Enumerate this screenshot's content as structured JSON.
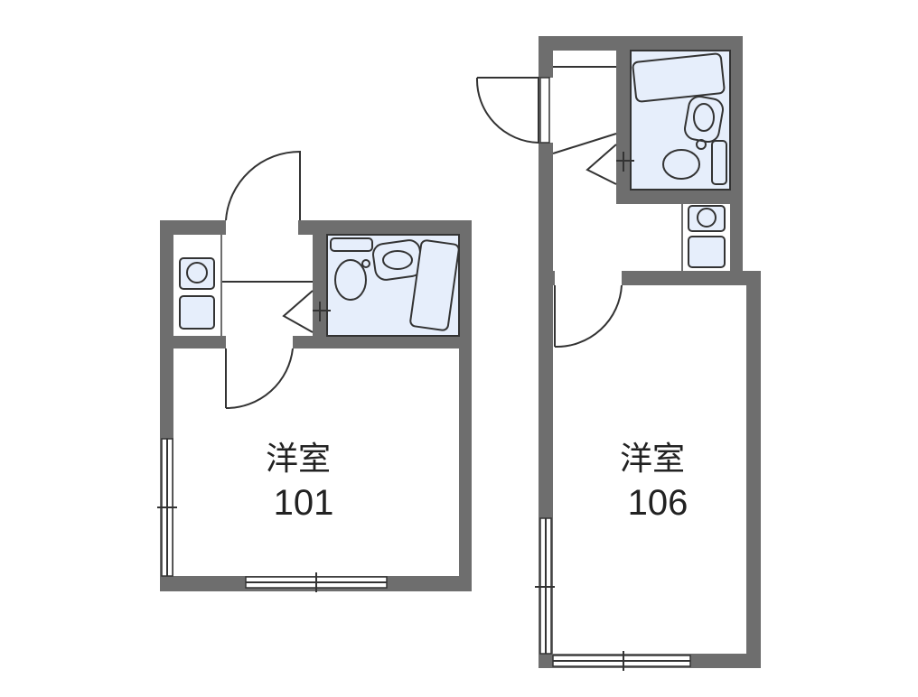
{
  "units": [
    {
      "id": "101",
      "room_type": "洋室",
      "number": "101"
    },
    {
      "id": "106",
      "room_type": "洋室",
      "number": "106"
    }
  ],
  "colors": {
    "wall": "#6e6e6e",
    "wet_area": "#e6eefb",
    "line": "#333333"
  }
}
